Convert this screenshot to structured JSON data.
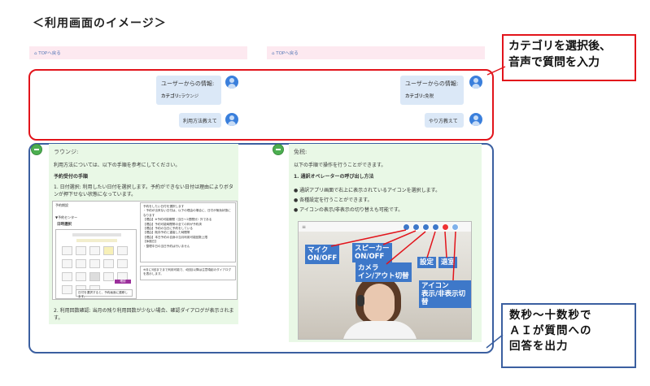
{
  "page_title": "＜利用画面のイメージ＞",
  "left": {
    "top_link": "⌂ TOPへ戻る",
    "user_info_title": "ユーザーからの情報:",
    "category_label": "カテゴリ:",
    "category_value": "ラウンジ",
    "question": "利用方法教えて",
    "answer": {
      "title": "ラウンジ:",
      "intro": "利用方法については、以下の手順を参考にしてください。",
      "heading": "予約受付の手順",
      "step1": "1. 日付選択: 利用したい日付を選択します。予約ができない日付は理由によりボタンが押下せない状態になっています。",
      "step2": "2. 利用回数確認: 当月の残り利用回数が少ない場合、確認ダイアログが表示されます。",
      "mock_label": "予約期設",
      "mock_center": "▼予約センター",
      "mock_date": "日時選択",
      "mock_notes": [
        "予約をしたい日付を選択します",
        "・予約が出来ない日付は、以下の理由の場合に、日付が無効状態になります",
        "【理由】※予約可能期間（当日〜2週間分）外である",
        "【理由】予約可能時間帯の全ての枠が予約済",
        "【理由】予約の当日に予約をしている",
        "【理由】既存予約と重複した時間帯",
        "【理由】本日予約の自身の当月利用可能回数上限",
        "【休館日】",
        "・整理中日の当日予約は行いません"
      ],
      "mock_footer_note": "日付を選択すると、予約画面に遷移します。",
      "mock_sub_note": "※月に5回までまで利用可能で、4回目以降は注意喚起のダイアログを表示します。",
      "mock_pink_btn": "確認"
    }
  },
  "right": {
    "top_link": "⌂ TOPへ戻る",
    "user_info_title": "ユーザーからの情報:",
    "category_label": "カテゴリ:",
    "category_value": "免税",
    "question": "やり方教えて",
    "answer": {
      "title": "免税:",
      "intro": "以下の手順で操作を行うことができます。",
      "heading": "1. 通訳オペレーターの呼び出し方法",
      "bullets": [
        "通訳アプリ画面で右上に表示されているアイコンを選択します。",
        "各種設定を行うことができます。",
        "アイコンの表示/非表示の切り替えも可能です。"
      ],
      "video_labels": {
        "mic": "マイク\nON/OFF",
        "speaker": "スピーカー\nON/OFF",
        "camera": "カメラ\nイン/アウト切替",
        "settings": "設定",
        "leave": "退室",
        "icon": "アイコン\n表示/非表示切替"
      }
    }
  },
  "callout_red": "カテゴリを選択後、\n音声で質問を入力",
  "callout_blue": "数秒〜十数秒で\nＡＩが質問への\n回答を出力",
  "colors": {
    "red_frame": "#e2141b",
    "blue_frame": "#3b5fa0",
    "user_bubble": "#dbe8f7",
    "answer_panel": "#e9f8e6",
    "top_bar": "#fde9f0",
    "accent_blue": "#3e78c9"
  }
}
